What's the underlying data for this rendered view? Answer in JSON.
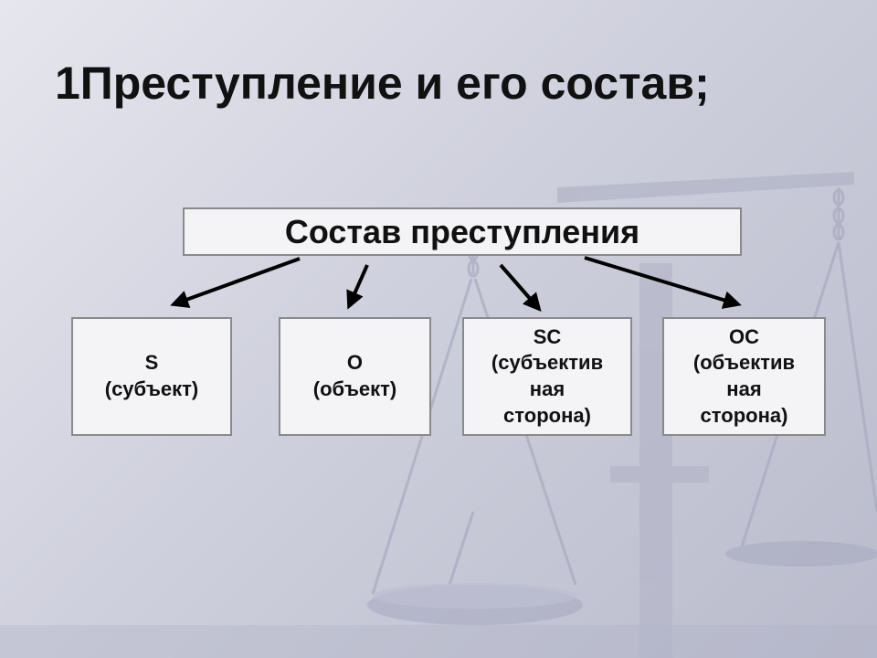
{
  "slide": {
    "title": "1Преступление и его состав;"
  },
  "diagram": {
    "root": "Состав преступления",
    "nodes": [
      {
        "lines": [
          "S",
          "(субъект)"
        ]
      },
      {
        "lines": [
          "O",
          "(объект)"
        ]
      },
      {
        "lines": [
          "SC",
          "(субъектив",
          "ная",
          "сторона)"
        ]
      },
      {
        "lines": [
          "OC",
          "(объектив",
          "ная",
          "сторона)"
        ]
      }
    ]
  },
  "colors": {
    "text": "#111111",
    "box_fill": "#f4f4f6",
    "box_border": "#8a8a8a",
    "arrow": "#000000"
  },
  "icons": [
    "scales-of-justice-icon"
  ]
}
